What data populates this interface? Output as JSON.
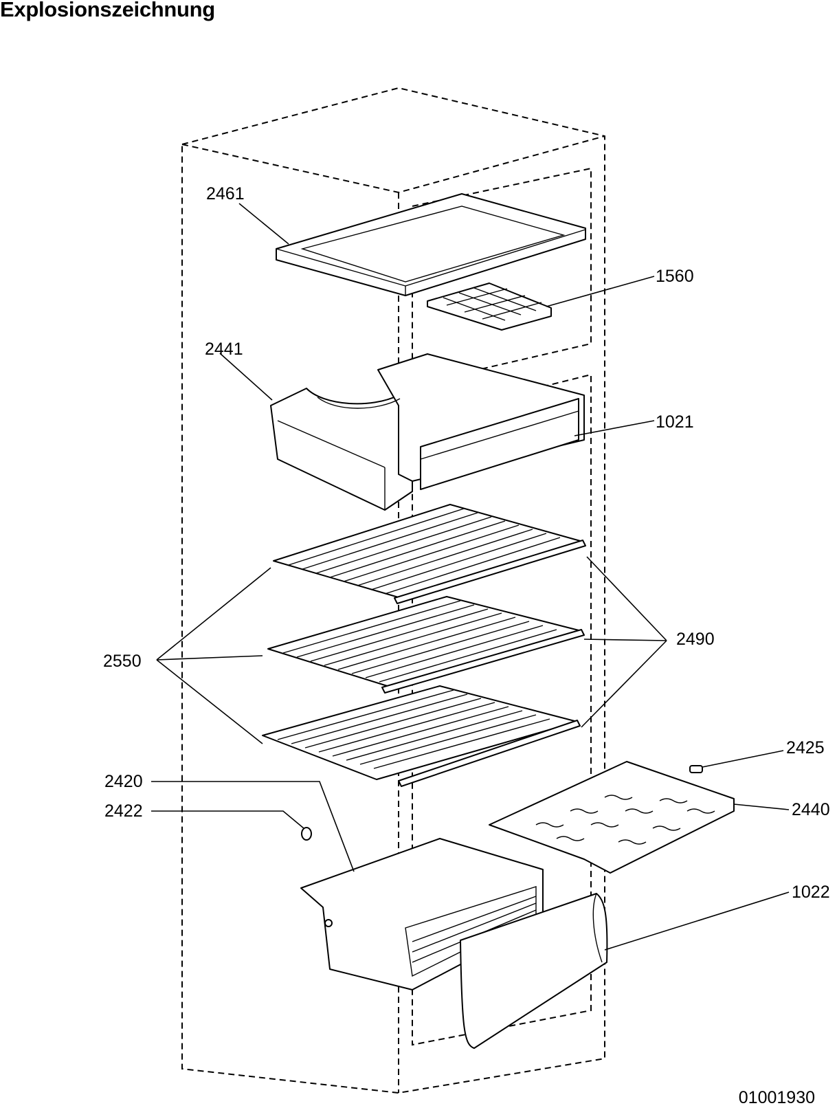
{
  "header": {
    "title": "Explosionszeichnung"
  },
  "footer": {
    "document_number": "01001930"
  },
  "labels": {
    "l2461": "2461",
    "l1560": "1560",
    "l2441": "2441",
    "l1021": "1021",
    "l2550": "2550",
    "l2490": "2490",
    "l2425": "2425",
    "l2420": "2420",
    "l2440": "2440",
    "l2422": "2422",
    "l1022": "1022"
  }
}
